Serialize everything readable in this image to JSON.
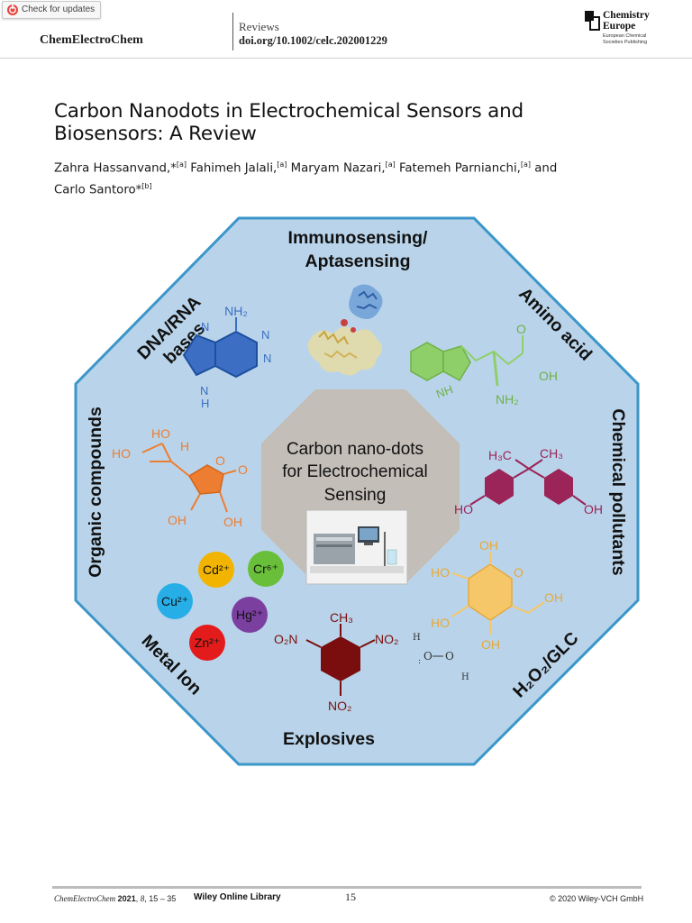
{
  "header": {
    "check_updates": "Check for updates",
    "journal": "ChemElectroChem",
    "section": "Reviews",
    "doi": "doi.org/10.1002/celc.202001229",
    "publisher_line1": "Chemistry",
    "publisher_line2": "Europe",
    "publisher_sub1": "European Chemical",
    "publisher_sub2": "Societies Publishing"
  },
  "article": {
    "title_line1": "Carbon Nanodots in Electrochemical Sensors and",
    "title_line2": "Biosensors: A Review",
    "authors": [
      {
        "name": "Zahra Hassanvand,*",
        "aff": "[a]",
        "sep": " "
      },
      {
        "name": "Fahimeh Jalali,",
        "aff": "[a]",
        "sep": " "
      },
      {
        "name": "Maryam Nazari,",
        "aff": "[a]",
        "sep": " "
      },
      {
        "name": "Fatemeh Parnianchi,",
        "aff": "[a]",
        "sep": " and"
      },
      {
        "name": "Carlo Santoro*",
        "aff": "[b]",
        "sep": ""
      }
    ]
  },
  "figure": {
    "center_line1": "Carbon nano-dots",
    "center_line2": "for Electrochemical",
    "center_line3": "Sensing",
    "top_line1": "Immunosensing/",
    "top_line2": "Aptasensing",
    "dna_line1": "DNA/RNA",
    "dna_line2": "bases",
    "amino": "Amino acid",
    "organic": "Organic compounds",
    "chemical": "Chemical pollutants",
    "metal": "Metal Ion",
    "h2o2": "H₂O₂/GLC",
    "explosives": "Explosives",
    "adenine": {
      "nh2": "NH₂",
      "n": "N",
      "h": "H"
    },
    "tryptophan": {
      "o": "O",
      "oh": "OH",
      "nh": "NH",
      "nh2": "NH₂"
    },
    "ascorbic": {
      "ho": "HO",
      "h": "H",
      "o": "O",
      "oh": "OH"
    },
    "bisphenol": {
      "h3c": "H₃C",
      "ch3": "CH₃",
      "ho": "HO",
      "oh": "OH"
    },
    "glucose": {
      "oh": "OH",
      "ho": "HO",
      "o": "O"
    },
    "tnt": {
      "ch3": "CH₃",
      "o2n": "O₂N",
      "no2": "NO₂"
    },
    "peroxide": {
      "h": "H",
      "o": "O"
    },
    "ions": [
      "Cd²⁺",
      "Cr⁶⁺",
      "Cu²⁺",
      "Hg²⁺",
      "Zn²⁺"
    ],
    "colors": {
      "background": "#b9d4ea",
      "border": "#3b96c9",
      "center": "#c3beb8",
      "adenine": "#3c6fc4",
      "tryptophan": "#8fcf6a",
      "ascorbic": "#ed7d31",
      "bisphenol": "#9b2458",
      "glucose": "#f6c769",
      "tnt": "#7a0e0e",
      "cd": "#f2b400",
      "cr": "#6abf3a",
      "cu": "#27aee7",
      "hg": "#7b3fa0",
      "zn": "#e31b1b"
    }
  },
  "footer": {
    "citation_journal": "ChemElectroChem",
    "citation_year": "2021",
    "citation_vol": "8",
    "citation_pages": ", 15 – 35",
    "library": "Wiley Online Library",
    "page": "15",
    "copyright": "© 2020 Wiley-VCH GmbH"
  }
}
